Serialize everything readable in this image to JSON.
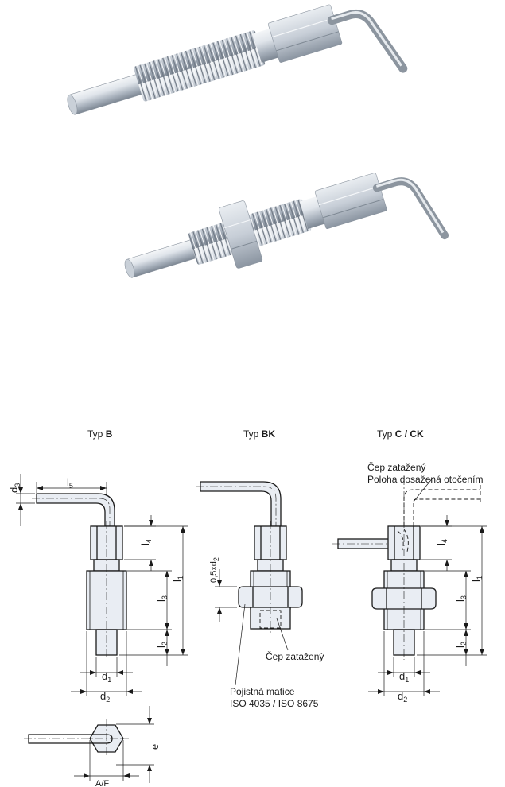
{
  "titles": {
    "b_prefix": "Typ ",
    "b_bold": "B",
    "bk_prefix": "Typ ",
    "bk_bold": "BK",
    "c_prefix": "Typ ",
    "c_bold": "C / CK"
  },
  "labels": {
    "d3": "d",
    "d3_sub": "3",
    "l5": "l",
    "l5_sub": "5",
    "l4": "l",
    "l4_sub": "4",
    "l1": "l",
    "l1_sub": "1",
    "l3": "l",
    "l3_sub": "3",
    "l2": "l",
    "l2_sub": "2",
    "d1": "d",
    "d1_sub": "1",
    "d2": "d",
    "d2_sub": "2",
    "e": "e",
    "af": "A/F",
    "half_d2": "0,5xd",
    "half_d2_sub": "2"
  },
  "notes": {
    "pin_loaded": "Čep zatažený",
    "pin_loaded_c": "Čep zatažený",
    "position_rotated": "Poloha dosažená otočením",
    "lock_nut_1": "Pojistná matice",
    "lock_nut_2": "ISO 4035 / ISO 8675"
  },
  "colors": {
    "steel_light": "#eef1f5",
    "steel_mid": "#b9c2cd",
    "steel_dark": "#7e8894",
    "line": "#1a1a1a"
  }
}
